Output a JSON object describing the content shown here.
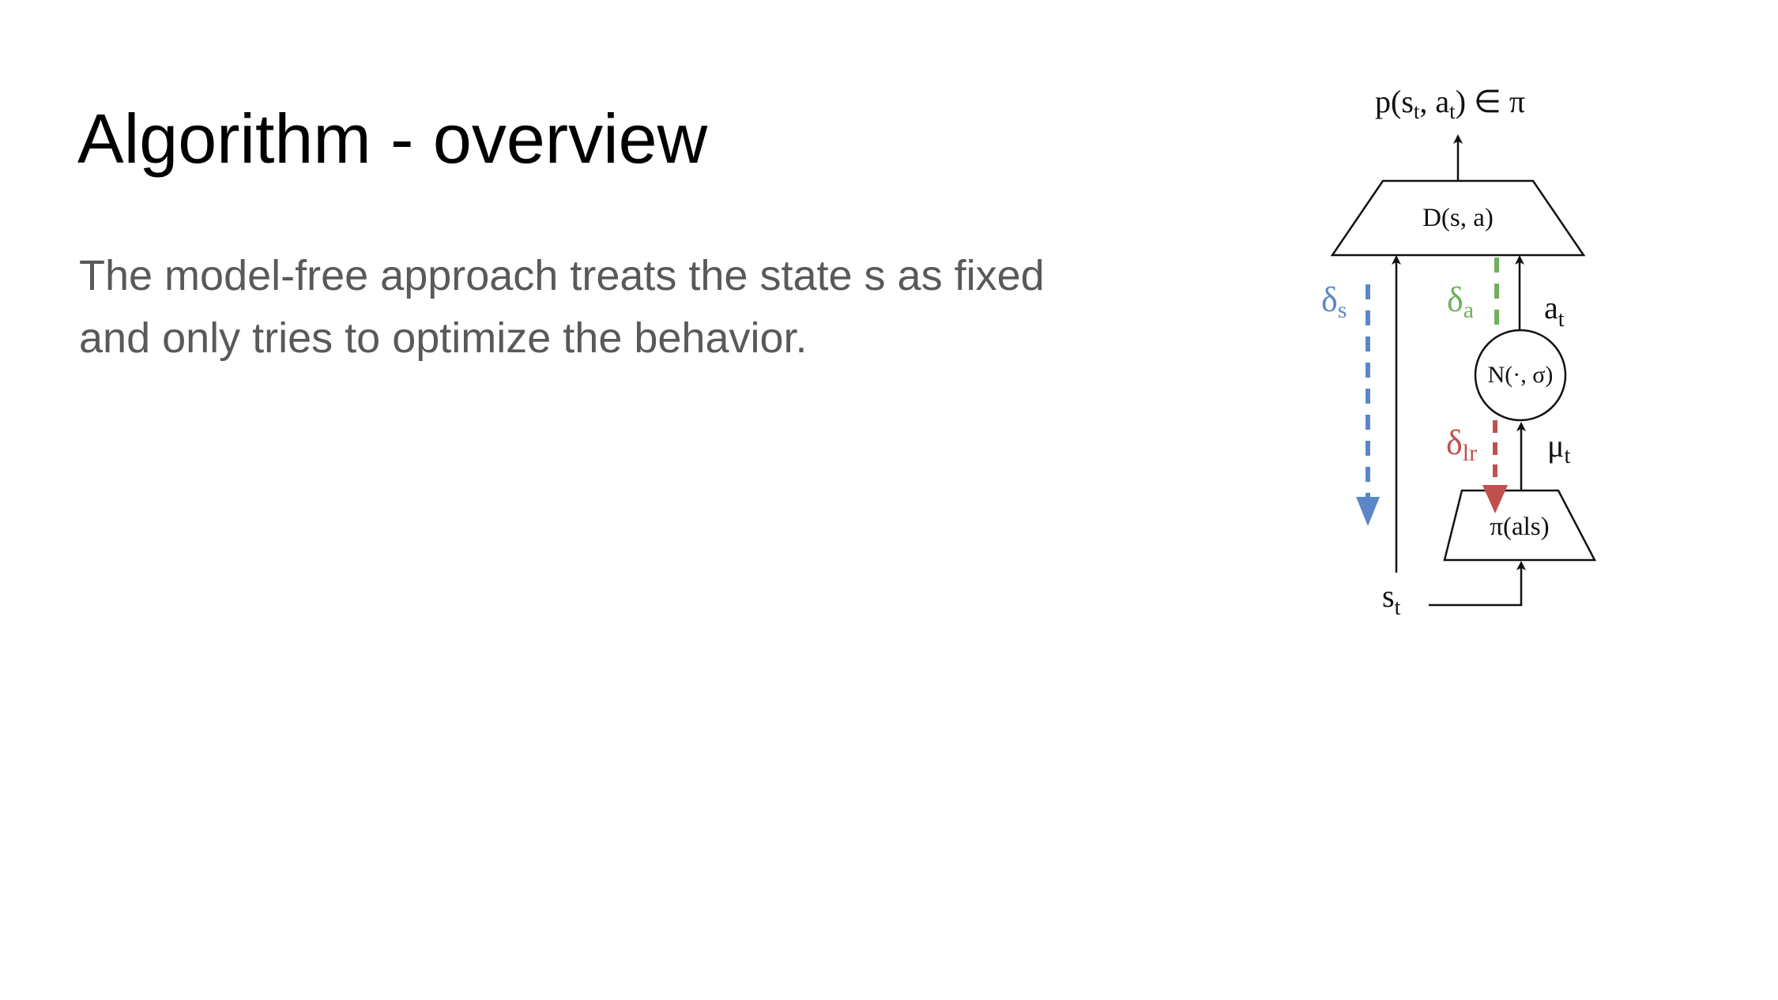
{
  "slide": {
    "title": "Algorithm - overview",
    "body_lines": [
      "The model-free approach treats the state s as fixed",
      "and only tries to optimize the behavior."
    ]
  },
  "diagram": {
    "output_label": {
      "base": "p(s",
      "sub1": "t",
      "mid": ", a",
      "sub2": "t",
      "tail": ") ∈ π"
    },
    "discriminator_label": "D(s, a)",
    "noise_label": "N(·, σ)",
    "policy_label": "π(als)",
    "state_label": {
      "base": "s",
      "sub": "t"
    },
    "action_label": {
      "base": "a",
      "sub": "t"
    },
    "mean_label": {
      "base": "μ",
      "sub": "t"
    },
    "delta_s": {
      "base": "δ",
      "sub": "s",
      "color": "#5b87c7"
    },
    "delta_a": {
      "base": "δ",
      "sub": "a",
      "color": "#6fb15a"
    },
    "delta_lr": {
      "base": "δ",
      "sub": "lr",
      "color": "#c0504d"
    },
    "line_color": "#111111"
  }
}
